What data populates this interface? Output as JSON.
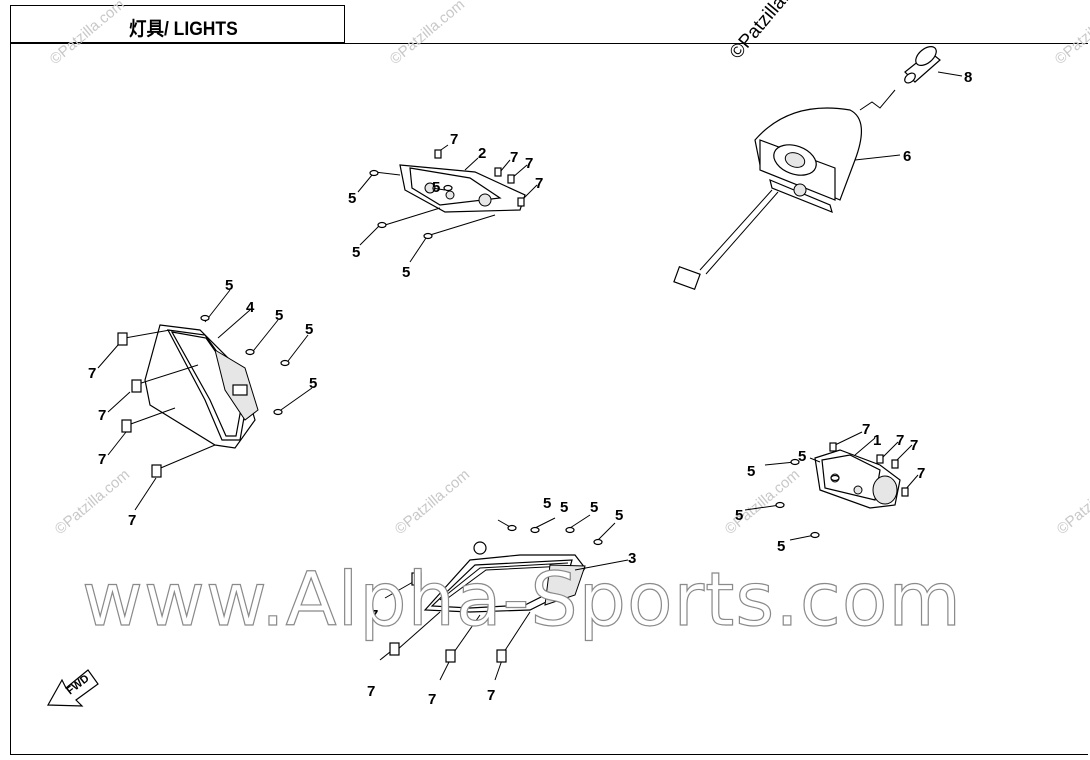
{
  "header": {
    "title": "灯具/ LIGHTS"
  },
  "watermarks": {
    "main": "www.Alpha-Sports.com",
    "patzilla": "©Patzilla.com",
    "patzilla_corner": "©Patzilla."
  },
  "direction_arrow": {
    "label": "FWD"
  },
  "callouts": {
    "c1": "1",
    "c2": "2",
    "c3": "3",
    "c4": "4",
    "c5": "5",
    "c6": "6",
    "c7": "7",
    "c8": "8"
  }
}
